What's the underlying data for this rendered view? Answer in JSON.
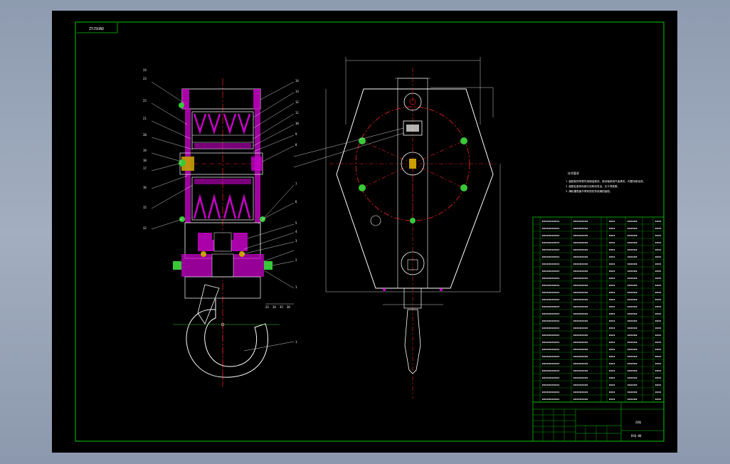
{
  "drawing": {
    "corner_stamp": "ZYJSUAD"
  },
  "colors": {
    "background": "#000000",
    "frame": "#00c800",
    "outline": "#ffffff",
    "centerline": "#ff2020",
    "hatch": "#c800c8",
    "bolt": "#38c838",
    "desktop": "#9aa6b8"
  },
  "left_view": {
    "leaders_left": [
      "24",
      "23",
      "22",
      "21",
      "20",
      "19",
      "18",
      "17",
      "16",
      "15",
      "32"
    ],
    "leaders_right": [
      "14",
      "13",
      "12",
      "11",
      "10",
      "9",
      "8",
      "7",
      "6",
      "5",
      "4",
      "3",
      "2",
      "1"
    ],
    "leaders_bottom": [
      "33",
      "34",
      "35",
      "36"
    ],
    "hook_label": "1"
  },
  "technical_notes": {
    "heading": "技术要求",
    "lines": [
      "1.装配前所有零件用煤油清洗，滚动轴承用汽油清洗，内壁涂耐油漆。",
      "2.装配后各转动部分应转动灵活，无卡滞现象。",
      "3.滑轮槽表面不得有损伤导线绳的缺陷。"
    ]
  },
  "title_block": {
    "drawing_name": "吊钩",
    "drawing_number": "DSQ-00"
  },
  "bom": {
    "rows": 26
  }
}
